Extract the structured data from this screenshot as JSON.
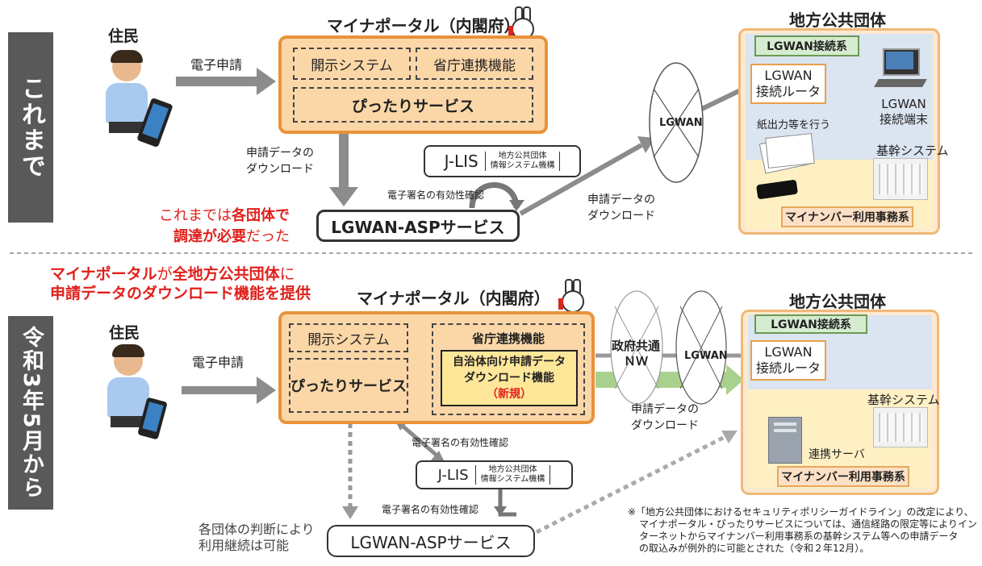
{
  "top": {
    "side_label": "これまで",
    "resident": "住民",
    "e_application": "電子申請",
    "portal_title": "マイナポータル（内閣府）",
    "disclosure": "開示システム",
    "ministry_link": "省庁連携機能",
    "pittari": "ぴったりサービス",
    "download_label_1": "申請データの",
    "download_label_2": "ダウンロード",
    "jlis": "J-LIS",
    "jlis_org_1": "地方公共団体",
    "jlis_org_2": "情報システム機構",
    "sig_check": "電子署名の有効性確認",
    "asp": "LGWAN-ASPサービス",
    "red_note_1a": "これまでは",
    "red_note_1b": "各団体で",
    "red_note_2a": "調達が必要",
    "red_note_2b": "だった",
    "lgwan": "LGWAN",
    "download2_1": "申請データの",
    "download2_2": "ダウンロード",
    "local_gov": "地方公共団体",
    "lgwan_conn": "LGWAN接続系",
    "router_1": "LGWAN",
    "router_2": "接続ルータ",
    "terminal_1": "LGWAN",
    "terminal_2": "接続端末",
    "paper": "紙出力等を行う",
    "core_sys": "基幹システム",
    "mynumber": "マイナンバー利用事務系"
  },
  "bottom": {
    "headline_1a": "マイナポータル",
    "headline_1b": "が",
    "headline_1c": "全地方公共団体",
    "headline_1d": "に",
    "headline_2": "申請データのダウンロード機能を提供",
    "side_label": "令和3年5月から",
    "portal_title": "マイナポータル（内閣府）",
    "resident": "住民",
    "e_application": "電子申請",
    "disclosure": "開示システム",
    "ministry_link": "省庁連携機能",
    "pittari": "ぴったりサービス",
    "dl_func_1": "自治体向け申請データ",
    "dl_func_2": "ダウンロード機能",
    "dl_func_3": "（新規）",
    "gov_nw_1": "政府共通",
    "gov_nw_2": "ＮＷ",
    "lgwan": "LGWAN",
    "download_1": "申請データの",
    "download_2": "ダウンロード",
    "sig_check_1": "電子署名の有効性確認",
    "jlis": "J-LIS",
    "jlis_org_1": "地方公共団体",
    "jlis_org_2": "情報システム機構",
    "sig_check_2": "電子署名の有効性確認",
    "asp": "LGWAN-ASPサービス",
    "judge_1": "各団体の判断により",
    "judge_2": "利用継続は可能",
    "local_gov": "地方公共団体",
    "lgwan_conn": "LGWAN接続系",
    "router_1": "LGWAN",
    "router_2": "接続ルータ",
    "core_sys": "基幹システム",
    "link_server": "連携サーバ",
    "mynumber": "マイナンバー利用事務系",
    "note_1": "※「地方公共団体におけるセキュリティポリシーガイドライン」の改定により、",
    "note_2": "マイナポータル・ぴったりサービスについては、通信経路の限定等によりイン",
    "note_3": "ターネットからマイナンバー利用事務系の基幹システム等への申請データ",
    "note_4": "の取込みが例外的に可能とされた（令和２年12月）。"
  },
  "colors": {
    "portal_border": "#e9923a",
    "portal_fill": "#fbd7a8",
    "red_text": "#e0201b",
    "arrow_gray": "#8c8c8c",
    "arrow_green": "#a9d18e",
    "side_bar": "#595959"
  }
}
